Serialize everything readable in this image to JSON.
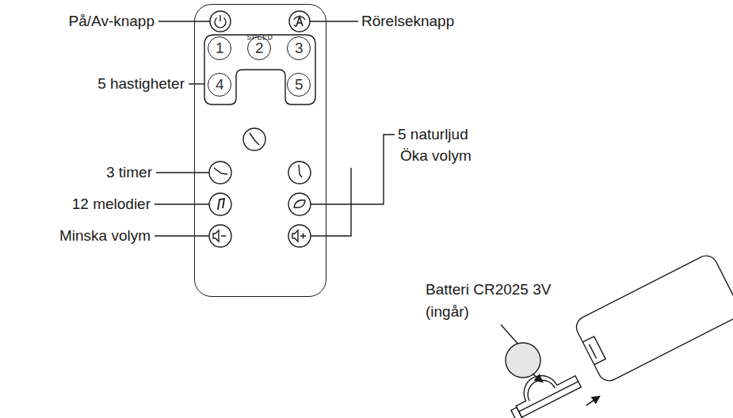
{
  "diagram": {
    "nodes": [
      {
        "text": [
          "SPEED"
        ]
      },
      {
        "text": [
          "1"
        ],
        "in": 0
      },
      {
        "text": [
          "2"
        ],
        "in": 0
      },
      {
        "text": [
          "3"
        ],
        "in": 0
      },
      {
        "text": [
          "4"
        ],
        "in": 0
      },
      {
        "text": [
          "5"
        ],
        "in": 0
      }
    ],
    "labels": [
      "På/Av-knapp",
      "Rörelseknapp",
      "5 hastigheter",
      "5 naturljud",
      "Öka volym",
      "3 timer",
      "12 melodier",
      "Minska volym",
      "Batteri CR2025 3V",
      "(ingår)"
    ]
  }
}
